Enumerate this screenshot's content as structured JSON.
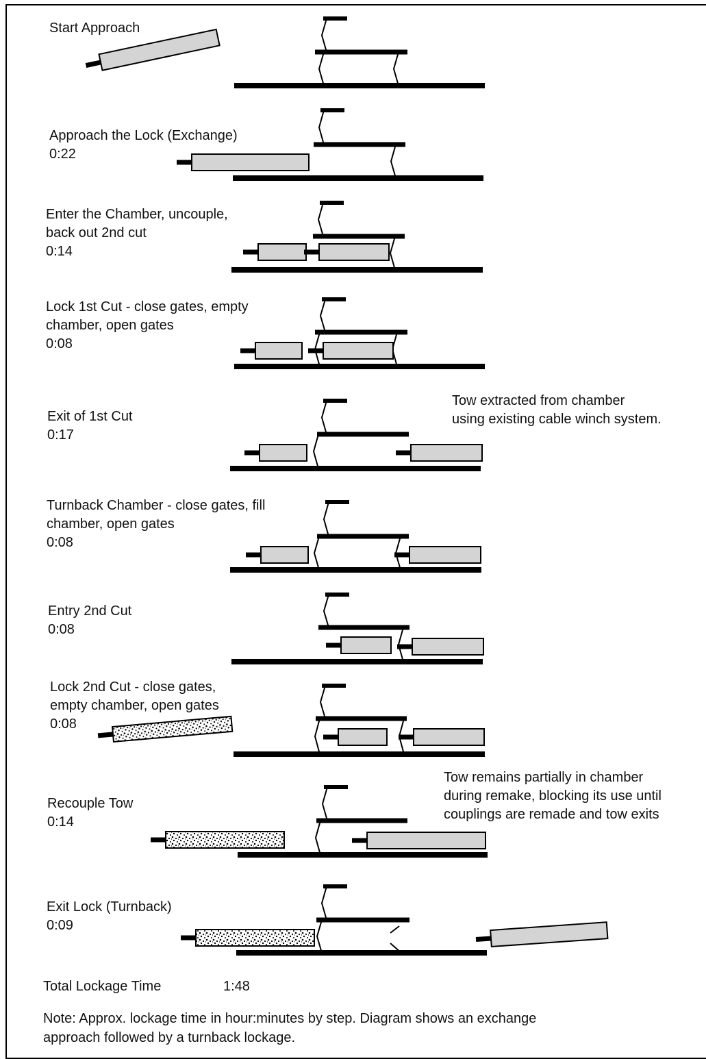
{
  "steps": [
    {
      "label": "Start Approach",
      "time": ""
    },
    {
      "label": "Approach the Lock (Exchange)",
      "time": "0:22"
    },
    {
      "label": "Enter the Chamber, uncouple,\nback out 2nd cut",
      "time": "0:14"
    },
    {
      "label": "Lock 1st Cut - close gates, empty\nchamber, open gates",
      "time": "0:08"
    },
    {
      "label": "Exit of 1st Cut",
      "time": "0:17"
    },
    {
      "label": "Turnback Chamber - close gates, fill\nchamber, open gates",
      "time": "0:08"
    },
    {
      "label": "Entry 2nd Cut",
      "time": "0:08"
    },
    {
      "label": "Lock 2nd Cut - close gates,\nempty chamber, open gates",
      "time": "0:08"
    },
    {
      "label": "Recouple Tow",
      "time": "0:14"
    },
    {
      "label": "Exit Lock (Turnback)",
      "time": "0:09"
    }
  ],
  "notes": {
    "exit_first_cut": "Tow extracted from chamber\nusing existing cable winch system.",
    "recouple": "Tow remains partially in chamber\nduring remake, blocking its use until\ncouplings are remade and tow exits"
  },
  "total": {
    "label": "Total Lockage Time",
    "value": "1:48"
  },
  "footnote": "Note:  Approx. lockage time in hour:minutes by step.  Diagram shows an exchange\napproach followed by a turnback lockage.",
  "colors": {
    "barge": "#d4d4d4",
    "outline": "#000000"
  }
}
